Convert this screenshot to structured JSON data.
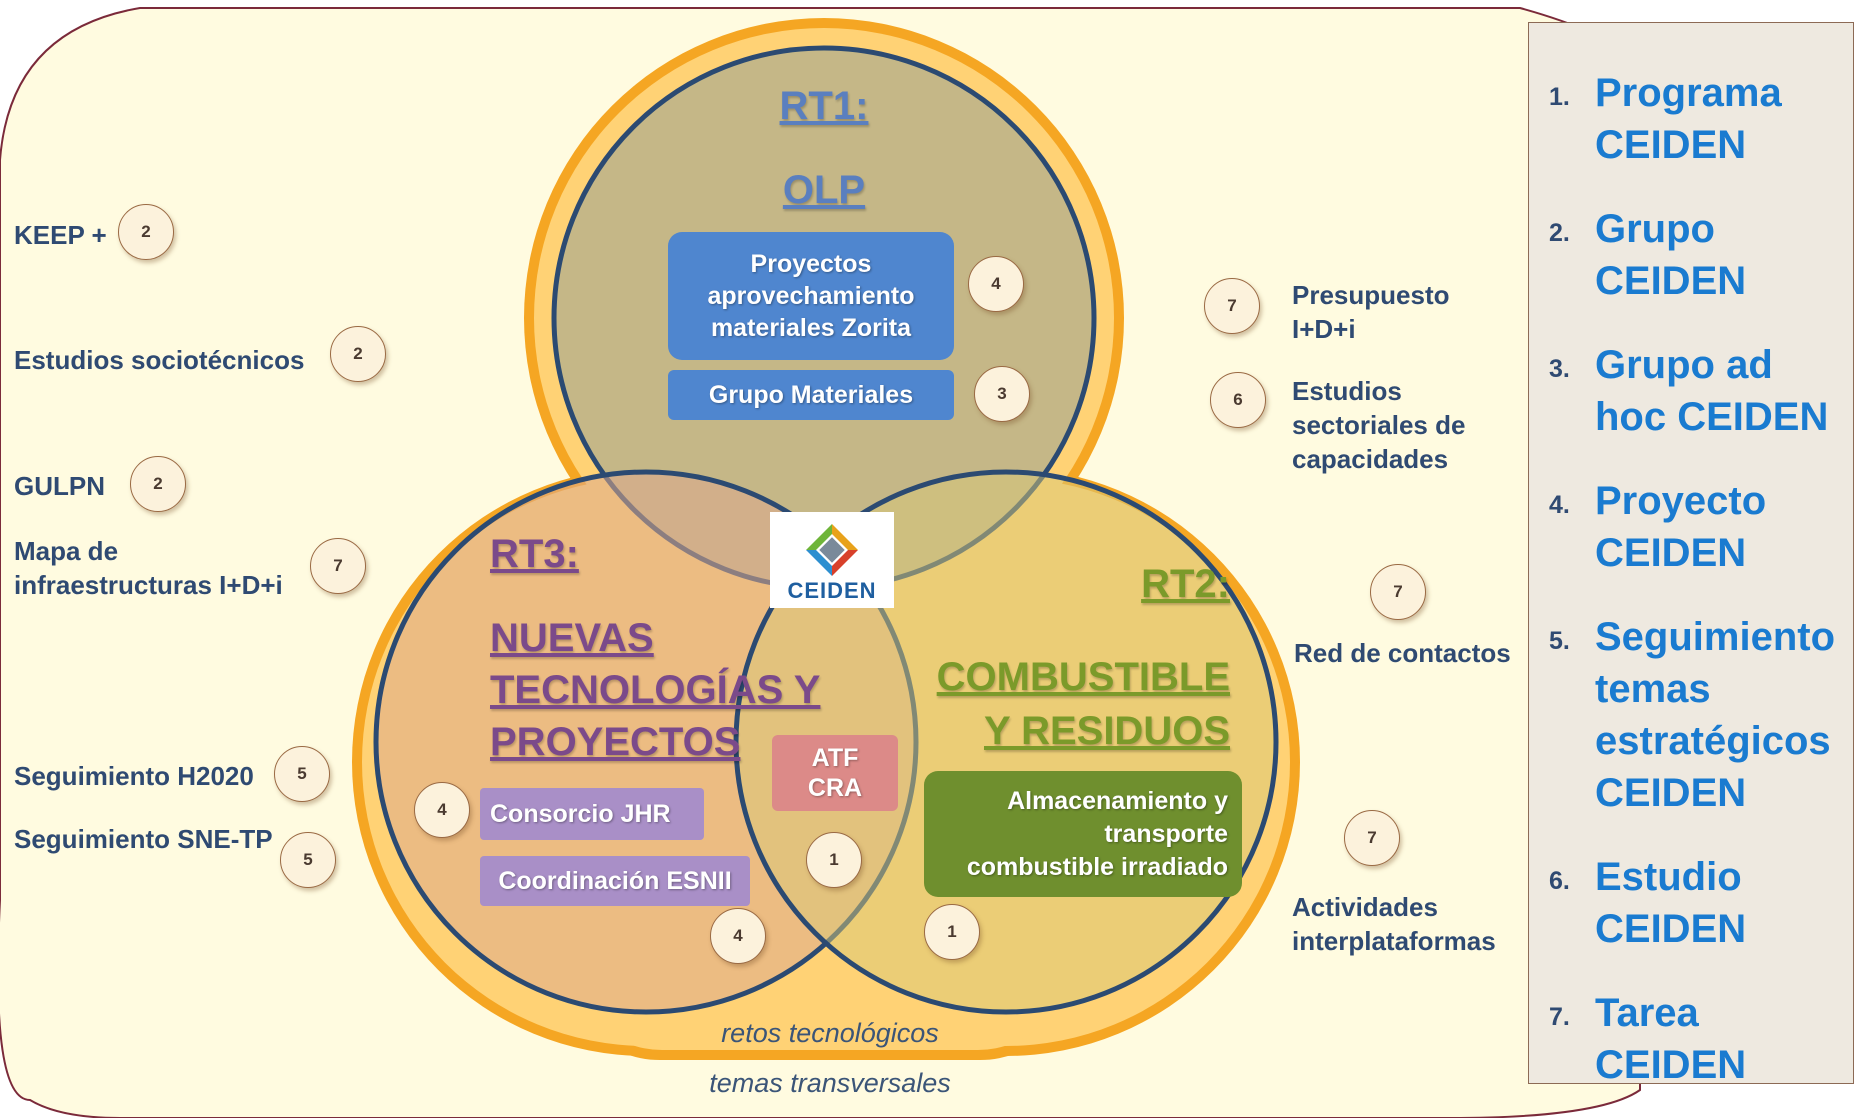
{
  "circles": {
    "rt1": {
      "heading": "RT1:",
      "title": "OLP",
      "color": "#5a7fbf"
    },
    "rt2": {
      "heading": "RT2:",
      "title_line1": "COMBUSTIBLE",
      "title_line2": "Y RESIDUOS",
      "color": "#7b9a2a"
    },
    "rt3": {
      "heading": "RT3:",
      "title_line1": "NUEVAS",
      "title_line2": "TECNOLOGÍAS Y",
      "title_line3": "PROYECTOS",
      "color": "#7b4a8a"
    }
  },
  "logo": {
    "text": "CEIDEN"
  },
  "boxes": {
    "zorita": {
      "line1": "Proyectos",
      "line2": "aprovechamiento",
      "line3": "materiales Zorita",
      "badge": "4"
    },
    "materiales": {
      "text": "Grupo Materiales",
      "badge": "3"
    },
    "jhr": {
      "text": "Consorcio JHR",
      "badge": "4"
    },
    "esnii": {
      "text": "Coordinación ESNII",
      "badge": "4"
    },
    "atf": {
      "line1": "ATF",
      "line2": "CRA",
      "badge": "1"
    },
    "almacenamiento": {
      "line1": "Almacenamiento y",
      "line2": "transporte",
      "line3": "combustible irradiado",
      "badge": "1"
    }
  },
  "left_items": [
    {
      "text": "KEEP +",
      "badge": "2"
    },
    {
      "text": "Estudios sociotécnicos",
      "badge": "2"
    },
    {
      "text": "GULPN",
      "badge": "2"
    },
    {
      "line1": "Mapa de",
      "line2": "infraestructuras I+D+i",
      "badge": "7"
    },
    {
      "text": "Seguimiento H2020",
      "badge": "5"
    },
    {
      "text": "Seguimiento SNE-TP",
      "badge": "5"
    }
  ],
  "right_items": [
    {
      "line1": "Presupuesto",
      "line2": "I+D+i",
      "badge": "7"
    },
    {
      "line1": "Estudios",
      "line2": "sectoriales de",
      "line3": "capacidades",
      "badge": "6"
    },
    {
      "text": "Red de contactos",
      "badge": "7"
    },
    {
      "line1": "Actividades",
      "line2": "interplataformas",
      "badge": "7"
    }
  ],
  "bottom": {
    "retos": "retos tecnológicos",
    "temas": "temas transversales"
  },
  "legend": [
    {
      "num": "1.",
      "line1": "Programa",
      "line2": "CEIDEN"
    },
    {
      "num": "2.",
      "line1": "Grupo",
      "line2": "CEIDEN"
    },
    {
      "num": "3.",
      "line1": "Grupo ad",
      "line2": "hoc CEIDEN"
    },
    {
      "num": "4.",
      "line1": "Proyecto",
      "line2": "CEIDEN"
    },
    {
      "num": "5.",
      "line1": "Seguimiento",
      "line2": "temas",
      "line3": "estratégicos",
      "line4": "CEIDEN"
    },
    {
      "num": "6.",
      "line1": "Estudio",
      "line2": "CEIDEN"
    },
    {
      "num": "7.",
      "line1": "Tarea",
      "line2": "CEIDEN"
    }
  ]
}
